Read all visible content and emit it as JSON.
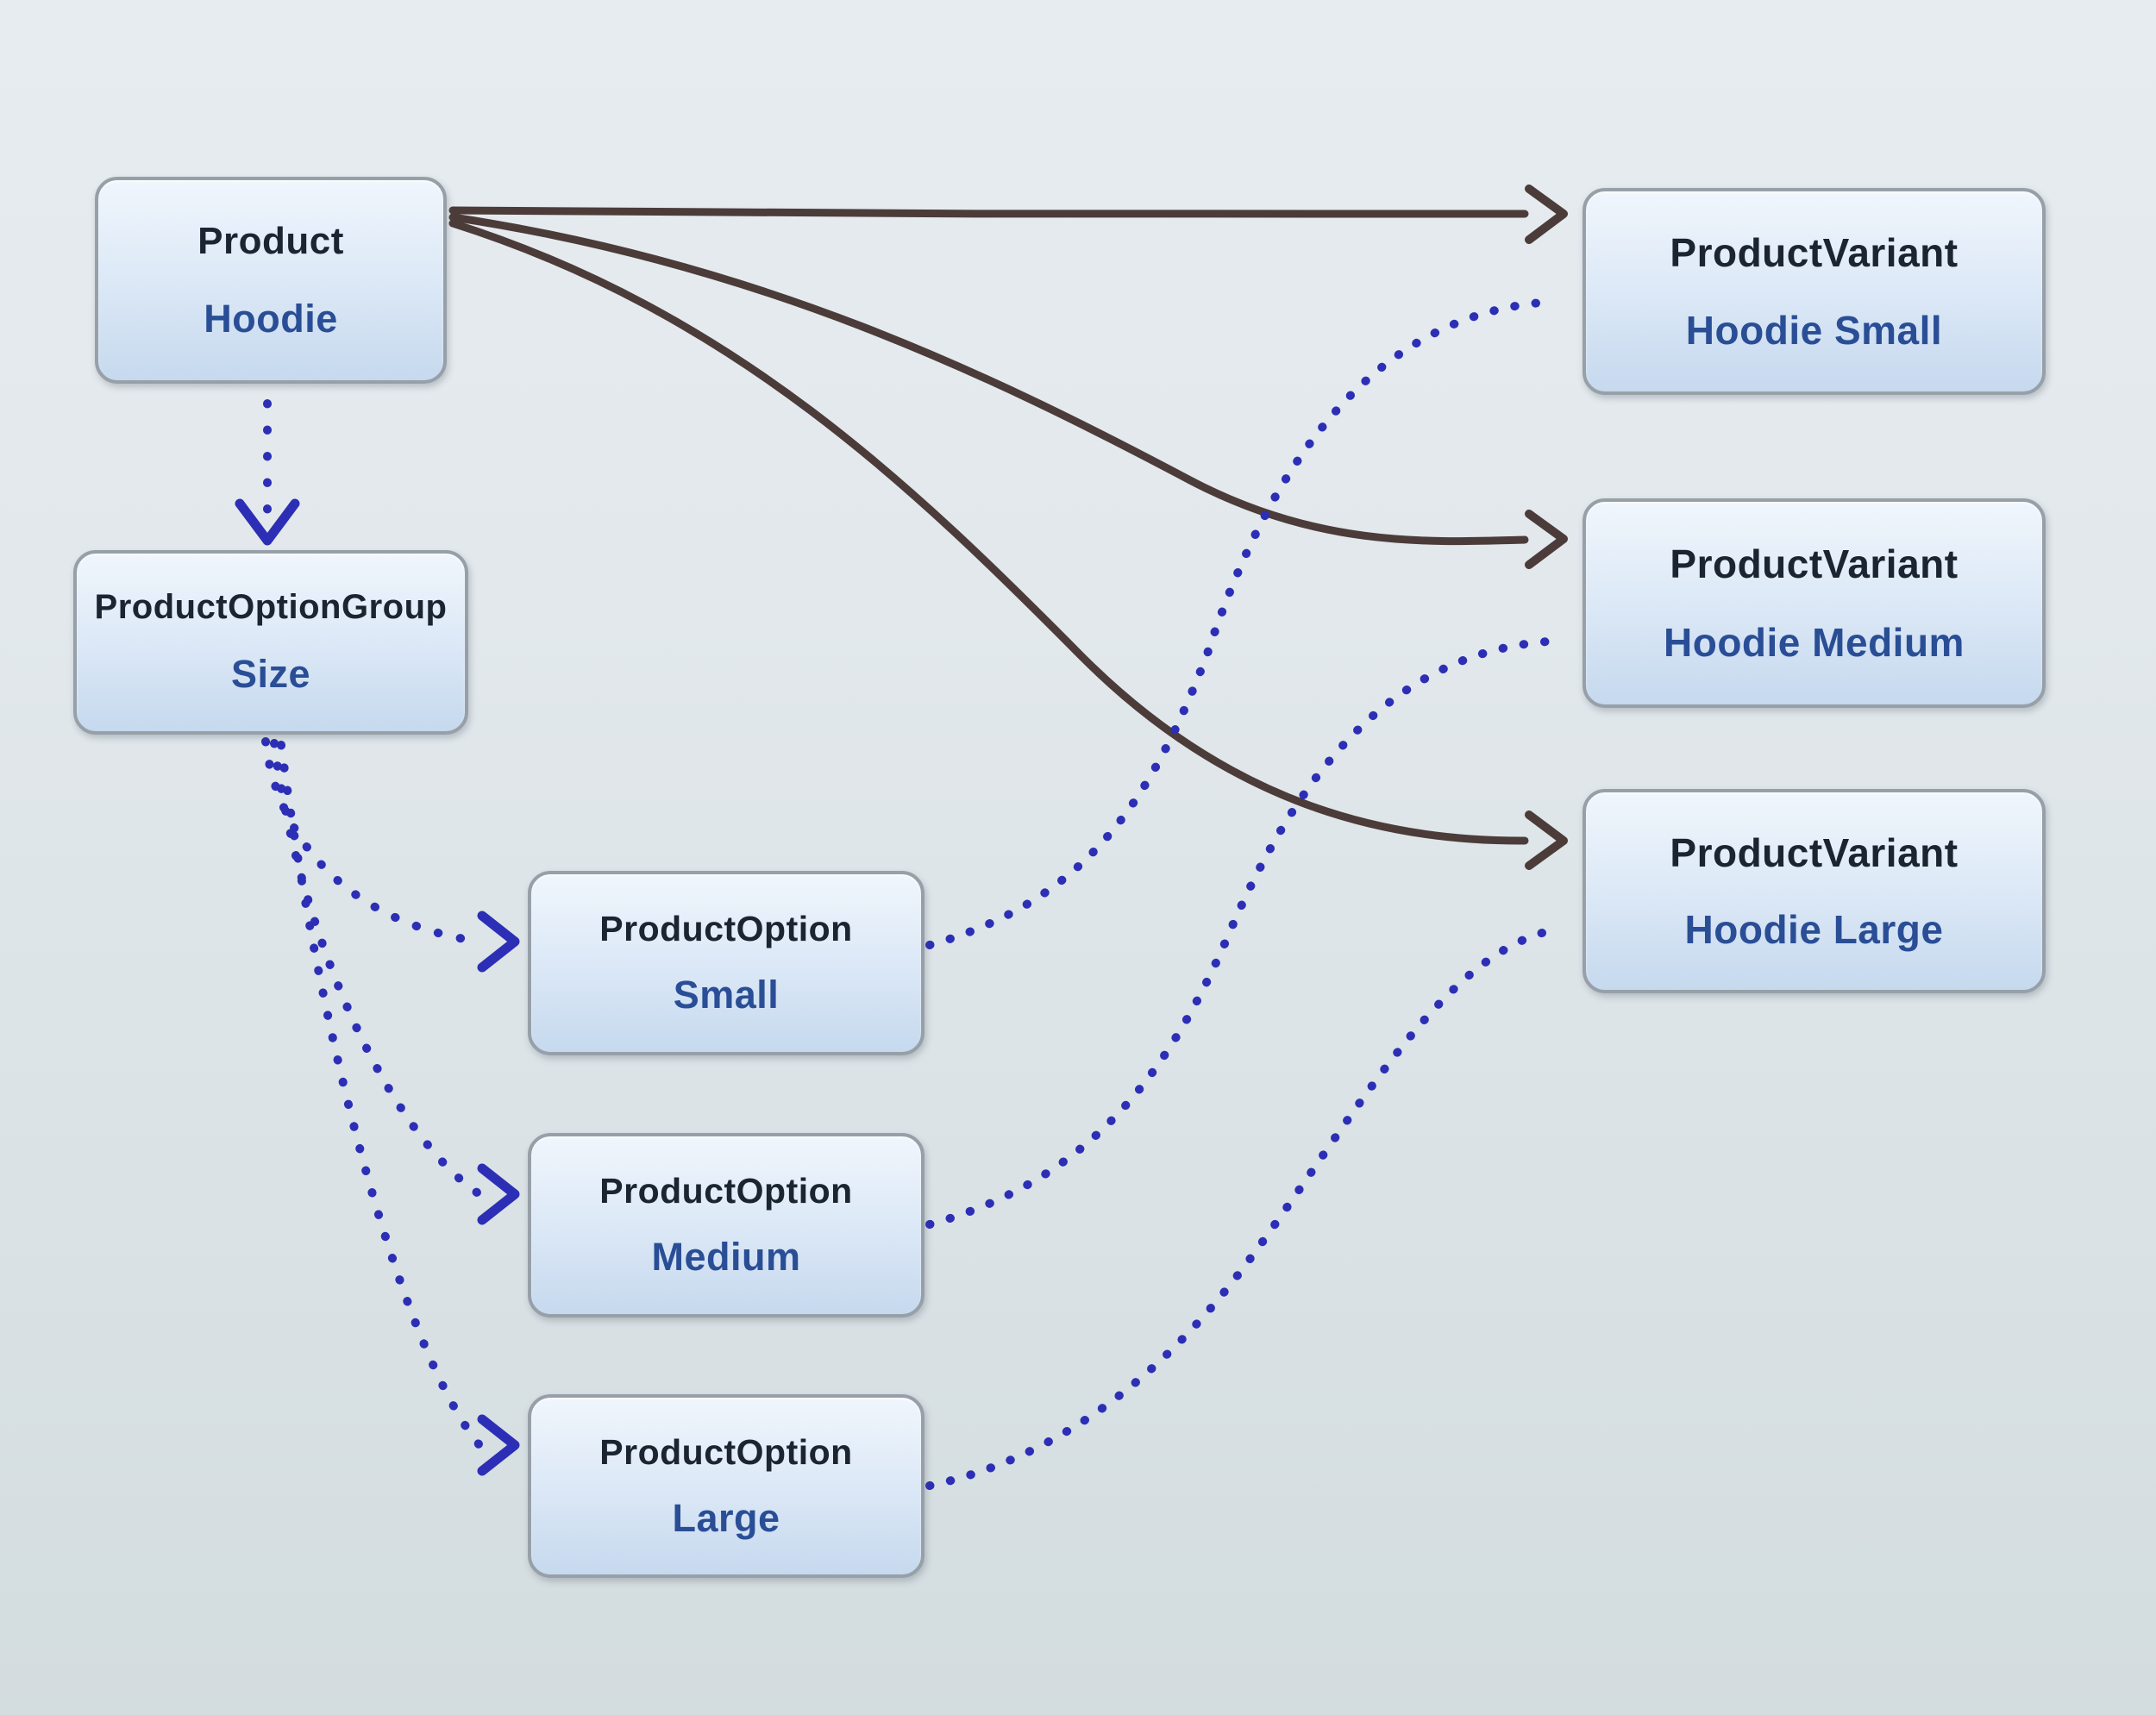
{
  "diagram": {
    "nodes": {
      "product": {
        "type": "Product",
        "name": "Hoodie"
      },
      "option_group": {
        "type": "ProductOptionGroup",
        "name": "Size"
      },
      "option_small": {
        "type": "ProductOption",
        "name": "Small"
      },
      "option_medium": {
        "type": "ProductOption",
        "name": "Medium"
      },
      "option_large": {
        "type": "ProductOption",
        "name": "Large"
      },
      "variant_small": {
        "type": "ProductVariant",
        "name": "Hoodie Small"
      },
      "variant_medium": {
        "type": "ProductVariant",
        "name": "Hoodie Medium"
      },
      "variant_large": {
        "type": "ProductVariant",
        "name": "Hoodie Large"
      }
    },
    "edges": [
      {
        "from": "product",
        "to": "variant_small",
        "style": "solid"
      },
      {
        "from": "product",
        "to": "variant_medium",
        "style": "solid"
      },
      {
        "from": "product",
        "to": "variant_large",
        "style": "solid"
      },
      {
        "from": "product",
        "to": "option_group",
        "style": "dotted"
      },
      {
        "from": "option_group",
        "to": "option_small",
        "style": "dotted"
      },
      {
        "from": "option_group",
        "to": "option_medium",
        "style": "dotted"
      },
      {
        "from": "option_group",
        "to": "option_large",
        "style": "dotted"
      },
      {
        "from": "option_small",
        "to": "variant_small",
        "style": "dotted"
      },
      {
        "from": "option_medium",
        "to": "variant_medium",
        "style": "dotted"
      },
      {
        "from": "option_large",
        "to": "variant_large",
        "style": "dotted"
      }
    ],
    "colors": {
      "solid_edge": "#4b3c3a",
      "dotted_edge": "#2c2fb5",
      "node_title": "#1b2531",
      "node_name": "#2a4e96",
      "node_border": "#97a0a8"
    }
  }
}
